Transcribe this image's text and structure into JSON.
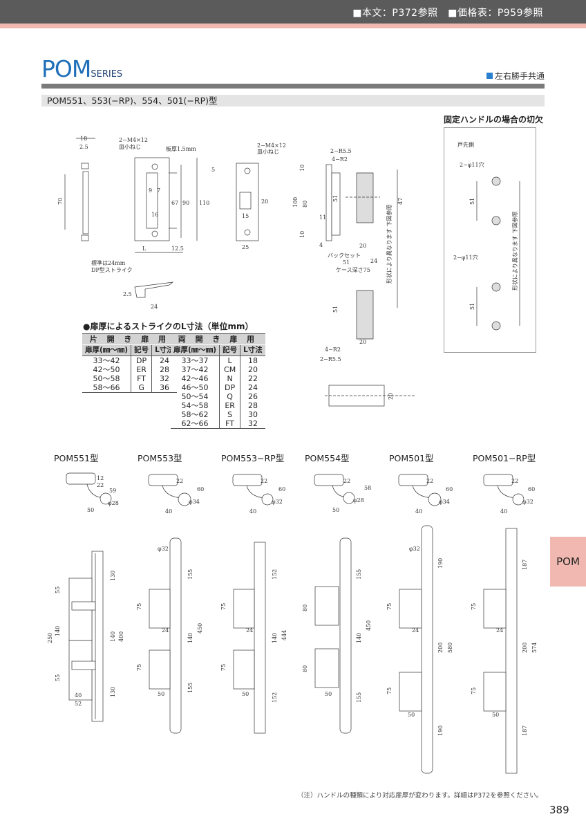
{
  "header": {
    "refs": "■本文：P372参照　■価格表：P959参照"
  },
  "title": {
    "main": "POM",
    "sub": "SERIES",
    "note": "左右勝手共通"
  },
  "model_bar": "POM551、553(−RP)、554、501(−RP)型",
  "cutout": {
    "title": "固定ハンドルの場合の切欠",
    "door_side": "戸先側",
    "hole1": "2−φ11穴",
    "hole2": "2−φ11穴",
    "dim1": "51",
    "dim2": "51",
    "note": "形状により異なります 下図参照"
  },
  "strike_dims": {
    "m4_left": "2−M4×12",
    "m4_left2": "皿小ねじ",
    "plate": "板厚1.5mm",
    "m4_right": "2−M4×12",
    "m4_right2": "皿小ねじ",
    "d18": "18",
    "d25": "2.5",
    "d70": "70",
    "d9": "9",
    "d7": "7",
    "d67": "67",
    "d90": "90",
    "d110": "110",
    "d16": "16",
    "dL": "L",
    "d125": "12.5",
    "d5": "5",
    "d20": "20",
    "d15": "15",
    "d25b": "25",
    "std_note1": "標準は24mm",
    "std_note2": "DP型ストライク",
    "d25c": "2.5",
    "d24": "24"
  },
  "case_dims": {
    "r55": "2−R5.5",
    "r2": "4−R2",
    "d10": "10",
    "d80": "80",
    "d100": "100",
    "d10b": "10",
    "d11": "11",
    "d4": "4",
    "d51": "51",
    "d20": "20",
    "backset": "バックセット",
    "d51b": "51",
    "d24": "24",
    "case_depth": "ケース深さ75",
    "d47": "47",
    "shape_note": "形状により異なります 下図参照",
    "d51c": "51",
    "d20b": "20",
    "r2b": "4−R2",
    "r55b": "2−R5.5",
    "d20c": "20"
  },
  "strike_table": {
    "title": "●扉厚によるストライクのL寸法（単位mm）",
    "single": {
      "header": "片 開 き 扉 用",
      "cols": [
        "扉厚(㎜〜㎜)",
        "記号",
        "L寸法"
      ],
      "rows": [
        [
          "33〜42",
          "DP",
          "24"
        ],
        [
          "42〜50",
          "ER",
          "28"
        ],
        [
          "50〜58",
          "FT",
          "32"
        ],
        [
          "58〜66",
          "G",
          "36"
        ]
      ]
    },
    "double": {
      "header": "両 開 き 扉 用",
      "cols": [
        "扉厚(㎜〜㎜)",
        "記号",
        "L寸法"
      ],
      "rows": [
        [
          "33〜37",
          "L",
          "18"
        ],
        [
          "37〜42",
          "CM",
          "20"
        ],
        [
          "42〜46",
          "N",
          "22"
        ],
        [
          "46〜50",
          "DP",
          "24"
        ],
        [
          "50〜54",
          "Q",
          "26"
        ],
        [
          "54〜58",
          "ER",
          "28"
        ],
        [
          "58〜62",
          "S",
          "30"
        ],
        [
          "62〜66",
          "FT",
          "32"
        ]
      ]
    }
  },
  "models": [
    {
      "label": "POM551型",
      "d_top": "12",
      "d22": "22",
      "d59": "59",
      "dia": "φ28",
      "d50": "50"
    },
    {
      "label": "POM553型",
      "d22": "22",
      "d60": "60",
      "dia": "φ34",
      "d40": "40"
    },
    {
      "label": "POM553−RP型",
      "d22": "22",
      "d60": "60",
      "dia": "φ32",
      "d40": "40"
    },
    {
      "label": "POM554型",
      "d22": "22",
      "d58": "58",
      "dia": "φ28",
      "d50": "50"
    },
    {
      "label": "POM501型",
      "d22": "22",
      "d60": "60",
      "dia": "φ34",
      "d40": "40"
    },
    {
      "label": "POM501−RP型",
      "d22": "22",
      "d60": "60",
      "dia": "φ32",
      "d40": "40"
    }
  ],
  "handle_dims": {
    "h551": {
      "d55": "55",
      "d250": "250",
      "d140": "140",
      "d55b": "55",
      "d40": "40",
      "d52": "52",
      "d130": "130",
      "d140b": "140",
      "d400": "400",
      "d130b": "130"
    },
    "h553": {
      "dia": "φ32",
      "d75": "75",
      "d24": "24",
      "d75b": "75",
      "d50": "50",
      "d155": "155",
      "d140": "140",
      "d155b": "155",
      "d450": "450"
    },
    "h553rp": {
      "d75": "75",
      "d24": "24",
      "d75b": "75",
      "d50": "50",
      "d152": "152",
      "d140": "140",
      "d152b": "152",
      "d444": "444"
    },
    "h554": {
      "d80": "80",
      "d80b": "80",
      "d50": "50",
      "d155": "155",
      "d140": "140",
      "d155b": "155",
      "d450": "450"
    },
    "h501": {
      "dia": "φ32",
      "d75": "75",
      "d24": "24",
      "d75b": "75",
      "d50": "50",
      "d190": "190",
      "d200": "200",
      "d580": "580",
      "d190b": "190"
    },
    "h501rp": {
      "d75": "75",
      "d24": "24",
      "d75b": "75",
      "d50": "50",
      "d187": "187",
      "d200": "200",
      "d574": "574",
      "d187b": "187"
    }
  },
  "side_tab": "POM",
  "footnote": "（注）ハンドルの種類により対応扉厚が変わります。詳細はP372を参照ください。",
  "page_number": "389"
}
